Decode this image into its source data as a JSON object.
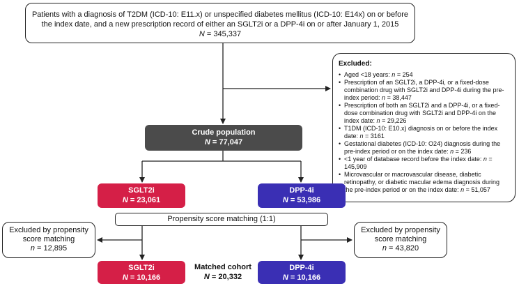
{
  "top_box": {
    "line1": "Patients with a diagnosis of T2DM (ICD-10: E11.x) or unspecified diabetes mellitus (ICD-10: E14x) on or before",
    "line2": "the index date, and a new prescription record of either an SGLT2i or a DPP-4i on or after January 1, 2015",
    "n_label": "N",
    "n_value": " = 345,337"
  },
  "excluded": {
    "header": "Excluded:",
    "items": [
      {
        "text": "Aged <18 years: ",
        "n_label": "n",
        "n_value": " = 254"
      },
      {
        "text": "Prescription of an SGLT2i, a DPP-4i, or a fixed-dose combination drug with SGLT2i and DPP-4i during the pre-index period: ",
        "n_label": "n",
        "n_value": " = 38,447"
      },
      {
        "text": "Prescription of both an SGLT2i and a DPP-4i, or a fixed-dose combination drug with SGLT2i and DPP-4i on the index date: ",
        "n_label": "n",
        "n_value": " = 29,226"
      },
      {
        "text": "T1DM (ICD-10: E10.x) diagnosis on or before the index date: ",
        "n_label": "n",
        "n_value": " = 3161"
      },
      {
        "text": "Gestational diabetes (ICD-10: O24) diagnosis during the pre-index period or on the index date: ",
        "n_label": "n",
        "n_value": " = 236"
      },
      {
        "text": "<1 year of database record before the index date: ",
        "n_label": "n",
        "n_value": " = 145,909"
      },
      {
        "text": "Microvascular or macrovascular disease, diabetic retinopathy, or diabetic macular edema diagnosis during the pre-index period or on the index date: ",
        "n_label": "n",
        "n_value": " = 51,057"
      }
    ]
  },
  "crude": {
    "title": "Crude population",
    "n_label": "N",
    "n_value": " = 77,047"
  },
  "sglt2i_initial": {
    "title": "SGLT2i",
    "n_label": "N",
    "n_value": " = 23,061"
  },
  "dpp4i_initial": {
    "title": "DPP-4i",
    "n_label": "N",
    "n_value": " = 53,986"
  },
  "psm": {
    "label": "Propensity score matching (1:1)"
  },
  "excluded_left": {
    "line1": "Excluded by propensity",
    "line2": "score matching",
    "n_label": "n",
    "n_value": " = 12,895"
  },
  "excluded_right": {
    "line1": "Excluded by propensity",
    "line2": "score matching",
    "n_label": "n",
    "n_value": " = 43,820"
  },
  "sglt2i_matched": {
    "title": "SGLT2i",
    "n_label": "N",
    "n_value": " = 10,166"
  },
  "dpp4i_matched": {
    "title": "DPP-4i",
    "n_label": "N",
    "n_value": " = 10,166"
  },
  "matched_cohort": {
    "title": "Matched cohort",
    "n_label": "N",
    "n_value": " = 20,332"
  },
  "colors": {
    "sglt2i": "#d51f47",
    "dpp4i": "#3a2fb4",
    "crude": "#4b4b4b"
  }
}
